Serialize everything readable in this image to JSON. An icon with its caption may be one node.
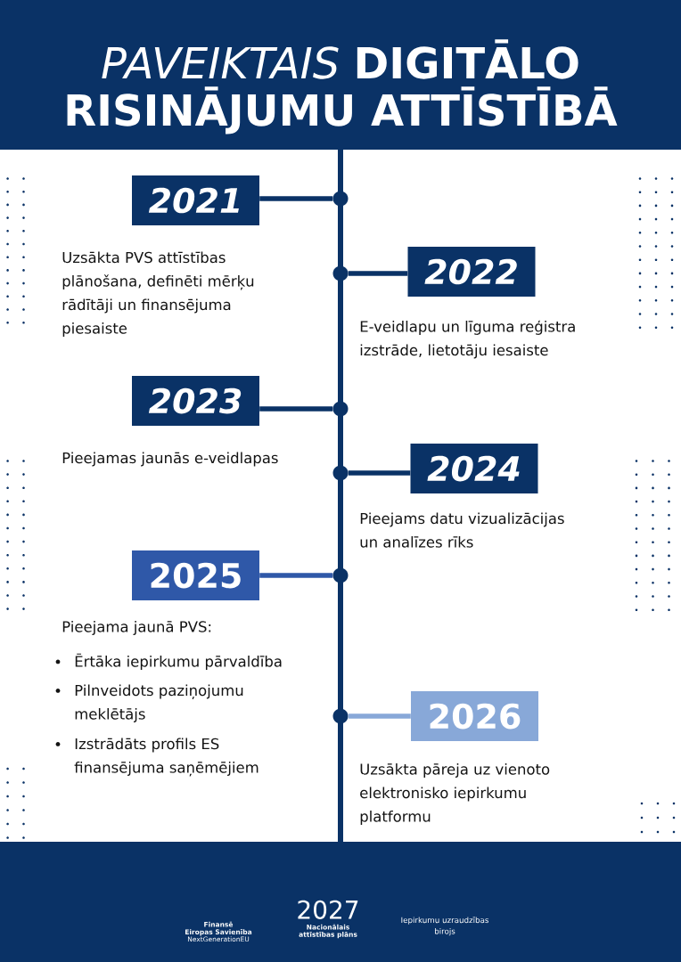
{
  "diagram": {
    "title": "*PAVEIKTAIS* **DIGITĀLO RISINĀJUMU ATTĪSTĪBĀ**",
    "nodes": [
      {
        "text": [
          "2021"
        ],
        "beside": [
          "Uzsākta PVS attīstības plānošana, definēti mērķu rādītāji un finansējuma piesaiste"
        ]
      },
      {
        "text": [],
        "shape": "circle"
      },
      {
        "text": [
          "2022"
        ],
        "beside": [
          "E-veidlapu un līguma reģistra izstrāde, lietotāju iesaiste"
        ]
      },
      {
        "text": [],
        "shape": "circle"
      },
      {
        "text": [
          "2023"
        ],
        "beside": [
          "Pieejamas jaunās e-veidlapas"
        ]
      },
      {
        "text": [],
        "shape": "circle"
      },
      {
        "text": [
          "2024"
        ],
        "beside": [
          "Pieejams datu vizualizācijas un analīzes rīks"
        ]
      },
      {
        "text": [],
        "shape": "circle"
      },
      {
        "text": [
          "2025"
        ],
        "beside": [
          "Pieejama jaunā PVS:",
          "Ērtāka iepirkumu pārvaldība",
          "Pilnveidots paziņojumu meklētājs",
          "Izstrādāts profils ES finansējuma saņēmējiem"
        ]
      },
      {
        "text": [],
        "shape": "circle"
      },
      {
        "text": [
          "2026"
        ],
        "beside": [
          "Uzsākta pāreja uz vienoto elektronisko iepirkumu platformu"
        ]
      },
      {
        "text": [],
        "shape": "circle"
      }
    ],
    "edges": [
      {
        "from": 0,
        "to": 1,
        "arrow": "none"
      },
      {
        "from": 2,
        "to": 3,
        "arrow": "none"
      },
      {
        "from": 4,
        "to": 5,
        "arrow": "none"
      },
      {
        "from": 6,
        "to": 7,
        "arrow": "none"
      },
      {
        "from": 8,
        "to": 9,
        "arrow": "none",
        "color": "#2f58a8"
      },
      {
        "from": 10,
        "to": 11,
        "arrow": "none",
        "color": "#88a8d8"
      }
    ],
    "labels": [
      "Finansē Eiropas Savienība",
      "NextGenerationEU",
      "2027",
      "Nacionālais attīstības plāns",
      "Iepirkumu uzraudzības birojs"
    ]
  }
}
